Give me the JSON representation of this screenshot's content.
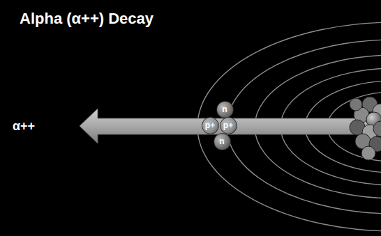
{
  "diagram": {
    "title": "Alpha (α++) Decay",
    "nodes": [
      {
        "text": [
          "n"
        ]
      },
      {
        "text": [
          "p+"
        ]
      },
      {
        "text": [
          "p+"
        ]
      },
      {
        "text": [
          "n"
        ]
      }
    ],
    "labels": [
      "α++"
    ]
  }
}
